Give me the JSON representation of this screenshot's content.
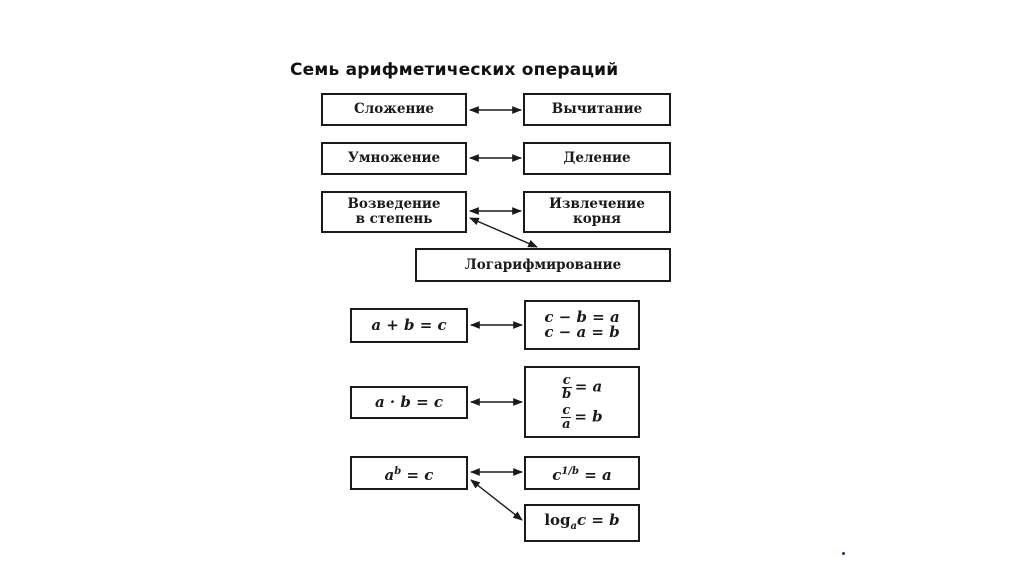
{
  "title": "Семь арифметических операций",
  "operations": {
    "addition": "Сложение",
    "subtraction": "Вычитание",
    "multiplication": "Умножение",
    "division": "Деление",
    "power_line1": "Возведение",
    "power_line2": "в степень",
    "root_line1": "Извлечение",
    "root_line2": "корня",
    "logarithm": "Логарифмирование"
  },
  "formulas": {
    "sum": "a + b = c",
    "sub1": "c − b = a",
    "sub2": "c − a = b",
    "product": "a · b = c",
    "div1_num": "c",
    "div1_den": "b",
    "div1_rhs": "= a",
    "div2_num": "c",
    "div2_den": "a",
    "div2_rhs": "= b",
    "pow_base": "a",
    "pow_exp": "b",
    "pow_rhs": " = c",
    "root_base": "c",
    "root_exp": "1/b",
    "root_rhs": " = a",
    "log_fn": "log",
    "log_base": "a",
    "log_rhs": "c = b"
  }
}
